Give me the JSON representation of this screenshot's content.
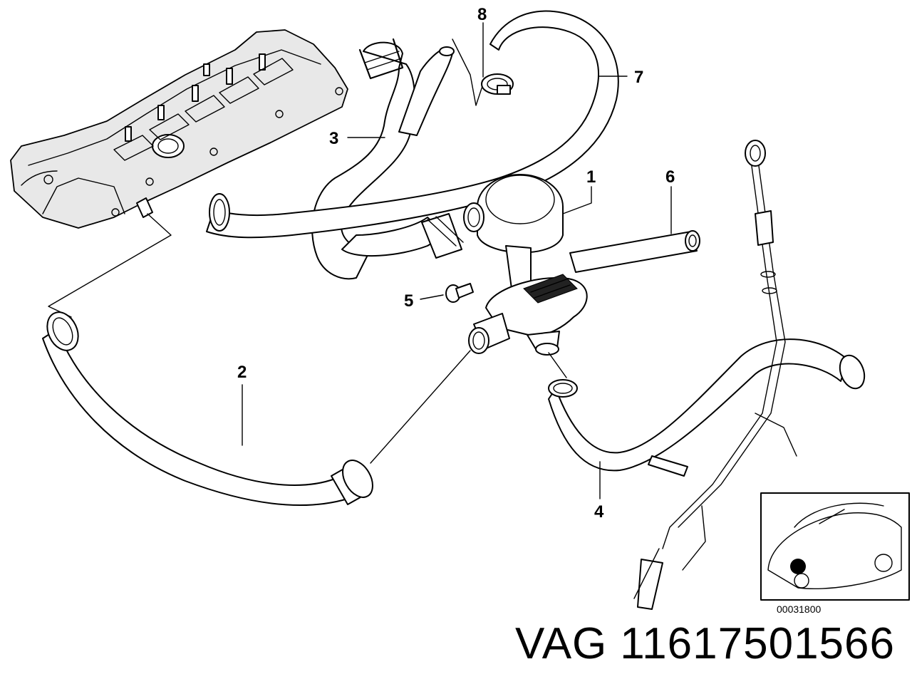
{
  "callouts": {
    "c1": "1",
    "c2": "2",
    "c3": "3",
    "c4": "4",
    "c5": "5",
    "c6": "6",
    "c7": "7",
    "c8": "8"
  },
  "inset": {
    "reference_code": "00031800"
  },
  "part_label": {
    "brand": "VAG",
    "part_number": "11617501566"
  }
}
